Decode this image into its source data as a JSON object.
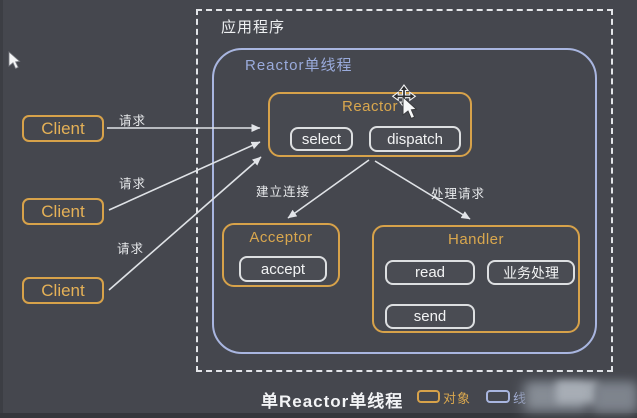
{
  "app_box": {
    "label": "应用程序"
  },
  "thread_box": {
    "label": "Reactor单线程"
  },
  "reactor": {
    "title": "Reactor",
    "select": "select",
    "dispatch": "dispatch"
  },
  "acceptor": {
    "title": "Acceptor",
    "accept": "accept"
  },
  "handler": {
    "title": "Handler",
    "read": "read",
    "biz": "业务处理",
    "send": "send"
  },
  "clients": [
    {
      "label": "Client"
    },
    {
      "label": "Client"
    },
    {
      "label": "Client"
    }
  ],
  "edge_labels": {
    "request1": "请求",
    "request2": "请求",
    "request3": "请求",
    "connect": "建立连接",
    "handle": "处理请求"
  },
  "caption": "单Reactor单线程",
  "legend": {
    "object": {
      "label": "对象",
      "color": "#d7a24a"
    },
    "thread": {
      "label": "线",
      "color": "#a9b6e0"
    }
  },
  "icons": {
    "move_cursor": "move-cross-with-pointer",
    "pointer_cursor": "arrow-pointer"
  },
  "colors": {
    "background": "#45474e",
    "object_border": "#d7a24a",
    "thread_border": "#a9b6e0",
    "dashed_border": "#e3e5e9",
    "method_box_border": "#dddfe1",
    "arrow": "#dfe2e6"
  }
}
